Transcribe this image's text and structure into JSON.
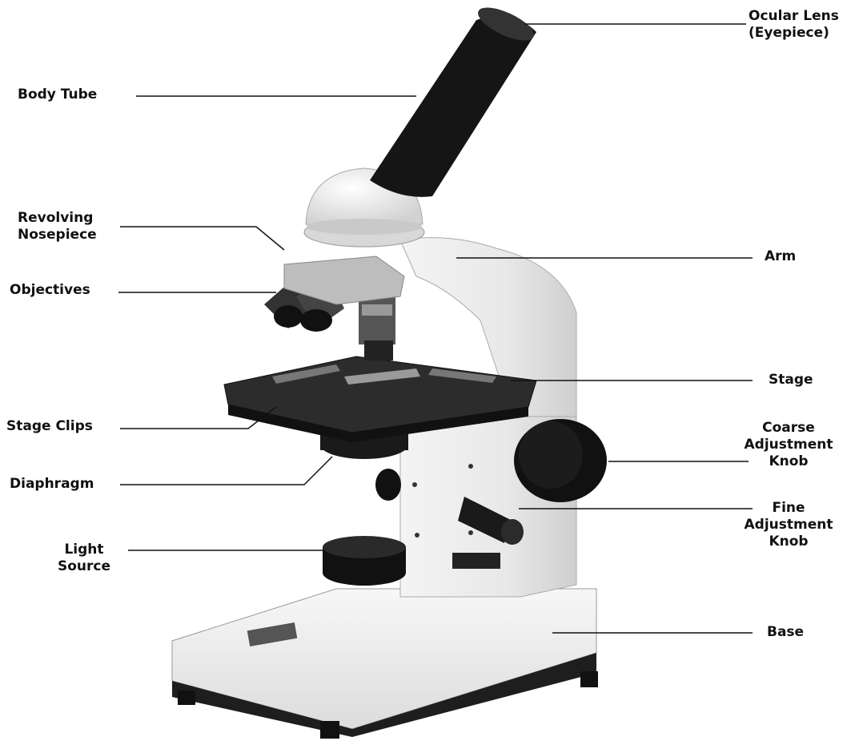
{
  "labels": {
    "ocular_lens": "Ocular Lens\n(Eyepiece)",
    "body_tube": "Body Tube",
    "revolving_nosepiece": "Revolving\nNosepiece",
    "arm": "Arm",
    "objectives": "Objectives",
    "stage": "Stage",
    "stage_clips": "Stage Clips",
    "coarse_adjustment_knob": "Coarse\nAdjustment\nKnob",
    "diaphragm": "Diaphragm",
    "fine_adjustment_knob": "Fine\nAdjustment\nKnob",
    "light_source": "Light\nSource",
    "base": "Base"
  }
}
